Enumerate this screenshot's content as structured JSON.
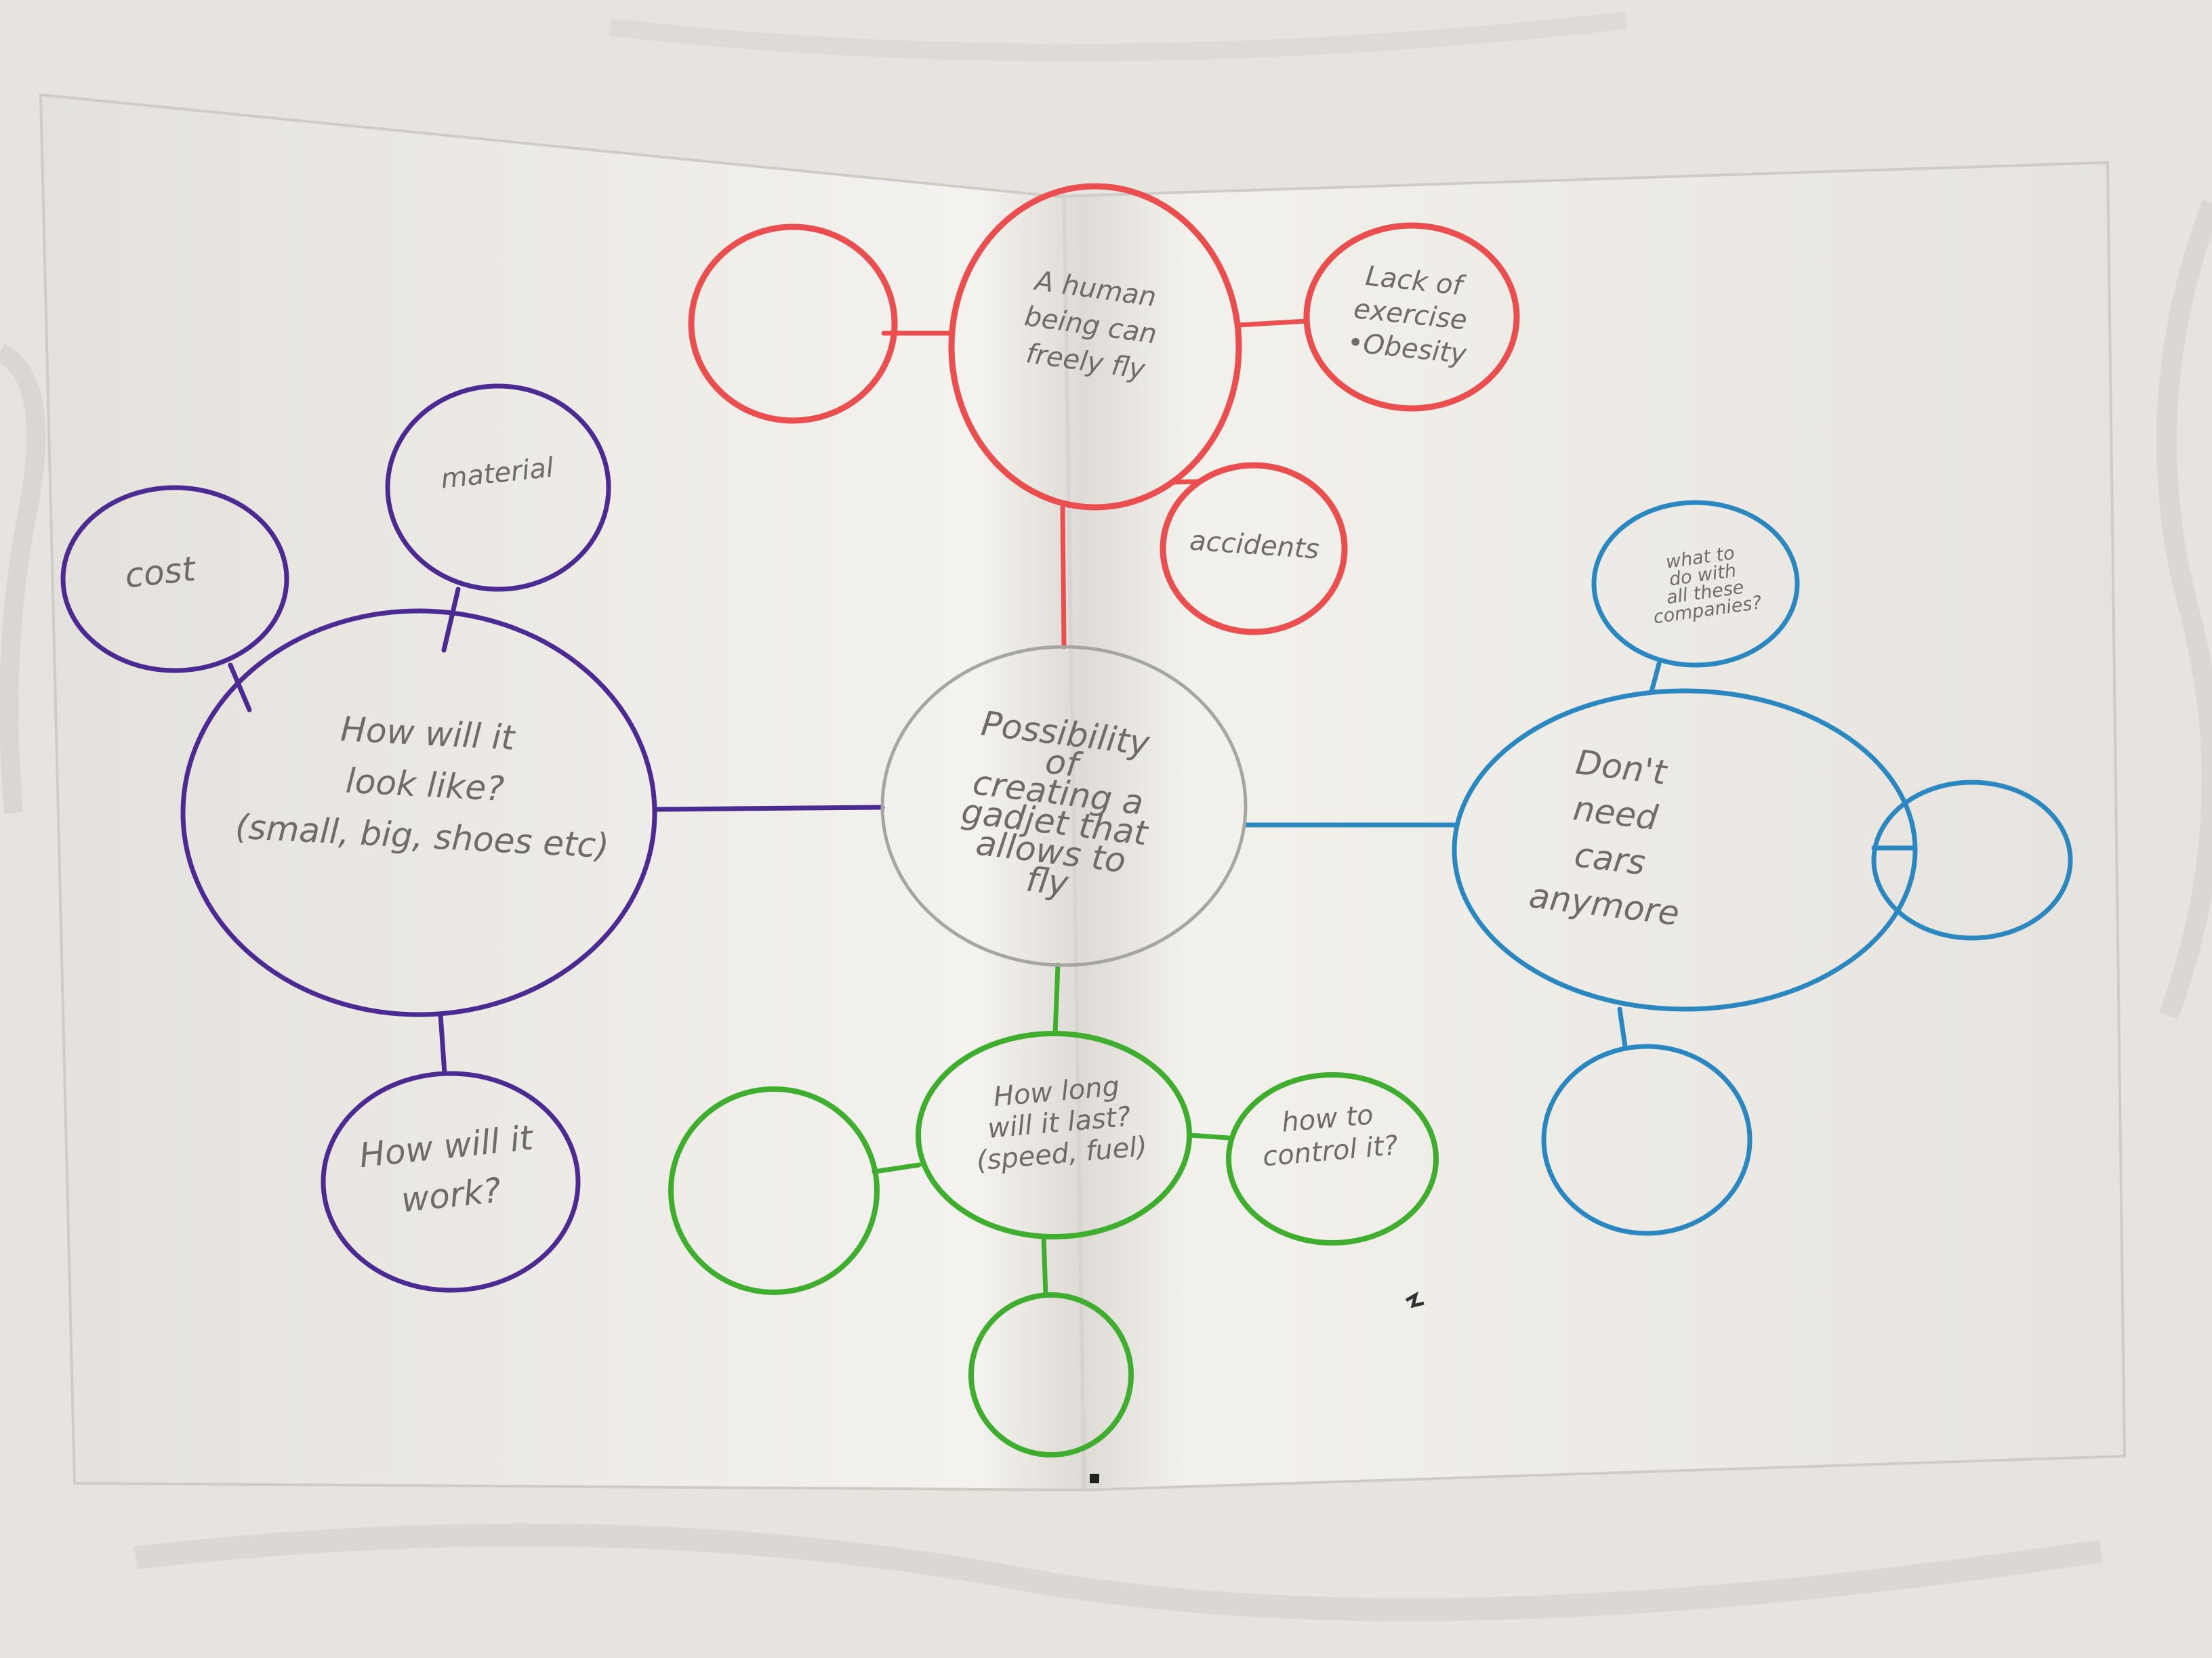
{
  "colors": {
    "center": "#a7a5a2",
    "red": "#ea4e4f",
    "purple": "#4b2a91",
    "blue": "#2b87bf",
    "green": "#3fae2f"
  },
  "nodes": {
    "center": {
      "lines": [
        "Possibility",
        "of",
        "creating a",
        "gadjet that",
        "allows to",
        "fly"
      ]
    },
    "red_main": {
      "lines": [
        "A human",
        "being can",
        "freely fly"
      ]
    },
    "red_exercise": {
      "lines": [
        "Lack of",
        "exercise",
        "•Obesity"
      ]
    },
    "red_accidents": {
      "lines": [
        "accidents"
      ]
    },
    "purple_main": {
      "lines": [
        "How will it",
        "look like?",
        "(small, big, shoes etc)"
      ]
    },
    "purple_cost": {
      "lines": [
        "cost"
      ]
    },
    "purple_material": {
      "lines": [
        "material"
      ]
    },
    "purple_work": {
      "lines": [
        "How will it",
        "work?"
      ]
    },
    "blue_main": {
      "lines": [
        "Don't",
        "need",
        "cars",
        "anymore"
      ]
    },
    "blue_what": {
      "lines": [
        "what to",
        "do with",
        "all these",
        "companies?"
      ]
    },
    "green_main": {
      "lines": [
        "How long",
        "will it last?",
        "(speed, fuel)"
      ]
    },
    "green_control": {
      "lines": [
        "how to",
        "control it?"
      ]
    }
  }
}
